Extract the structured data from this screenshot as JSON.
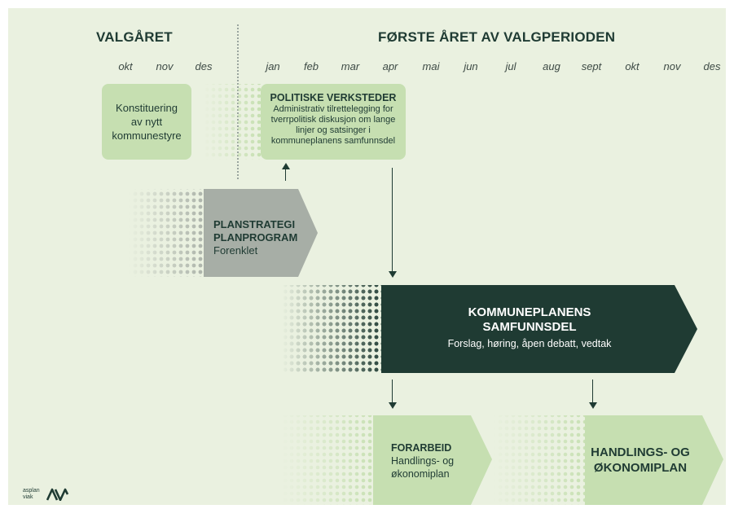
{
  "headings": {
    "left": "VALGÅRET",
    "right": "FØRSTE ÅRET AV VALGPERIODEN"
  },
  "months_left": [
    "okt",
    "nov",
    "des"
  ],
  "months_right": [
    "jan",
    "feb",
    "mar",
    "apr",
    "mai",
    "jun",
    "jul",
    "aug",
    "sept",
    "okt",
    "nov",
    "des"
  ],
  "boxes": {
    "konstituering": "Konstituering av nytt kommunestyre",
    "politiske_title": "POLITISKE VERKSTEDER",
    "politiske_body": "Administrativ tilrettelegging for tverrpolitisk diskusjon om lange linjer og satsinger i kommuneplanens samfunnsdel"
  },
  "arrows": {
    "planstrategi_line1": "PLANSTRATEGI",
    "planstrategi_line2": "PLANPROGRAM",
    "planstrategi_sub": "Forenklet",
    "samfunnsdel_line1": "KOMMUNEPLANENS",
    "samfunnsdel_line2": "SAMFUNNSDEL",
    "samfunnsdel_sub": "Forslag, høring, åpen debatt, vedtak",
    "forarbeid_title": "FORARBEID",
    "forarbeid_sub1": "Handlings- og",
    "forarbeid_sub2": "økonomiplan",
    "handlings_line1": "HANDLINGS- OG",
    "handlings_line2": "ØKONOMIPLAN"
  },
  "logo": {
    "line1": "asplan",
    "line2": "viak"
  },
  "colors": {
    "background": "#eaf1e0",
    "dark_green": "#1f3b33",
    "light_green": "#c6dfb1",
    "grey_arrow": "#a7aea6"
  }
}
